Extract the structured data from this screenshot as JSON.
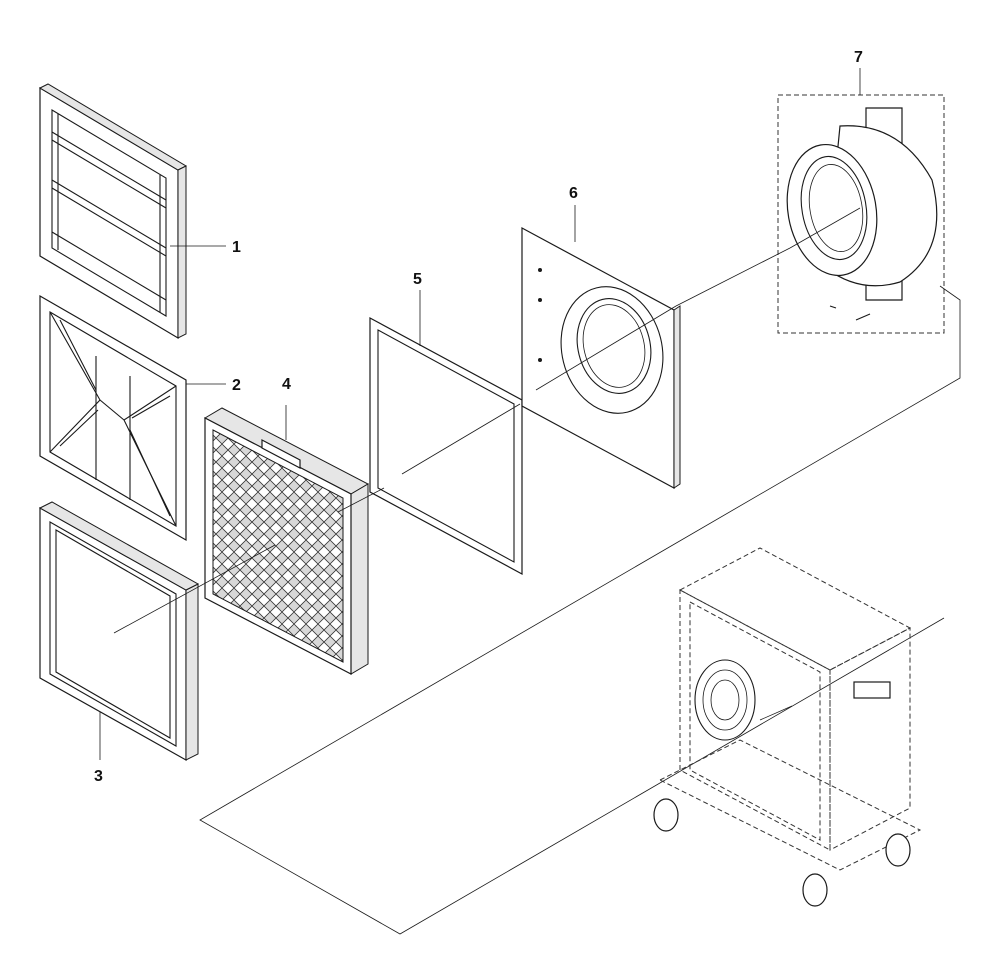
{
  "diagram": {
    "background": "#ffffff",
    "line_color": "#1a1a1a",
    "callouts": [
      {
        "id": "c1",
        "text": "1"
      },
      {
        "id": "c2",
        "text": "2"
      },
      {
        "id": "c3",
        "text": "3"
      },
      {
        "id": "c4",
        "text": "4"
      },
      {
        "id": "c5",
        "text": "5"
      },
      {
        "id": "c6",
        "text": "6"
      },
      {
        "id": "c7",
        "text": "7"
      }
    ]
  }
}
